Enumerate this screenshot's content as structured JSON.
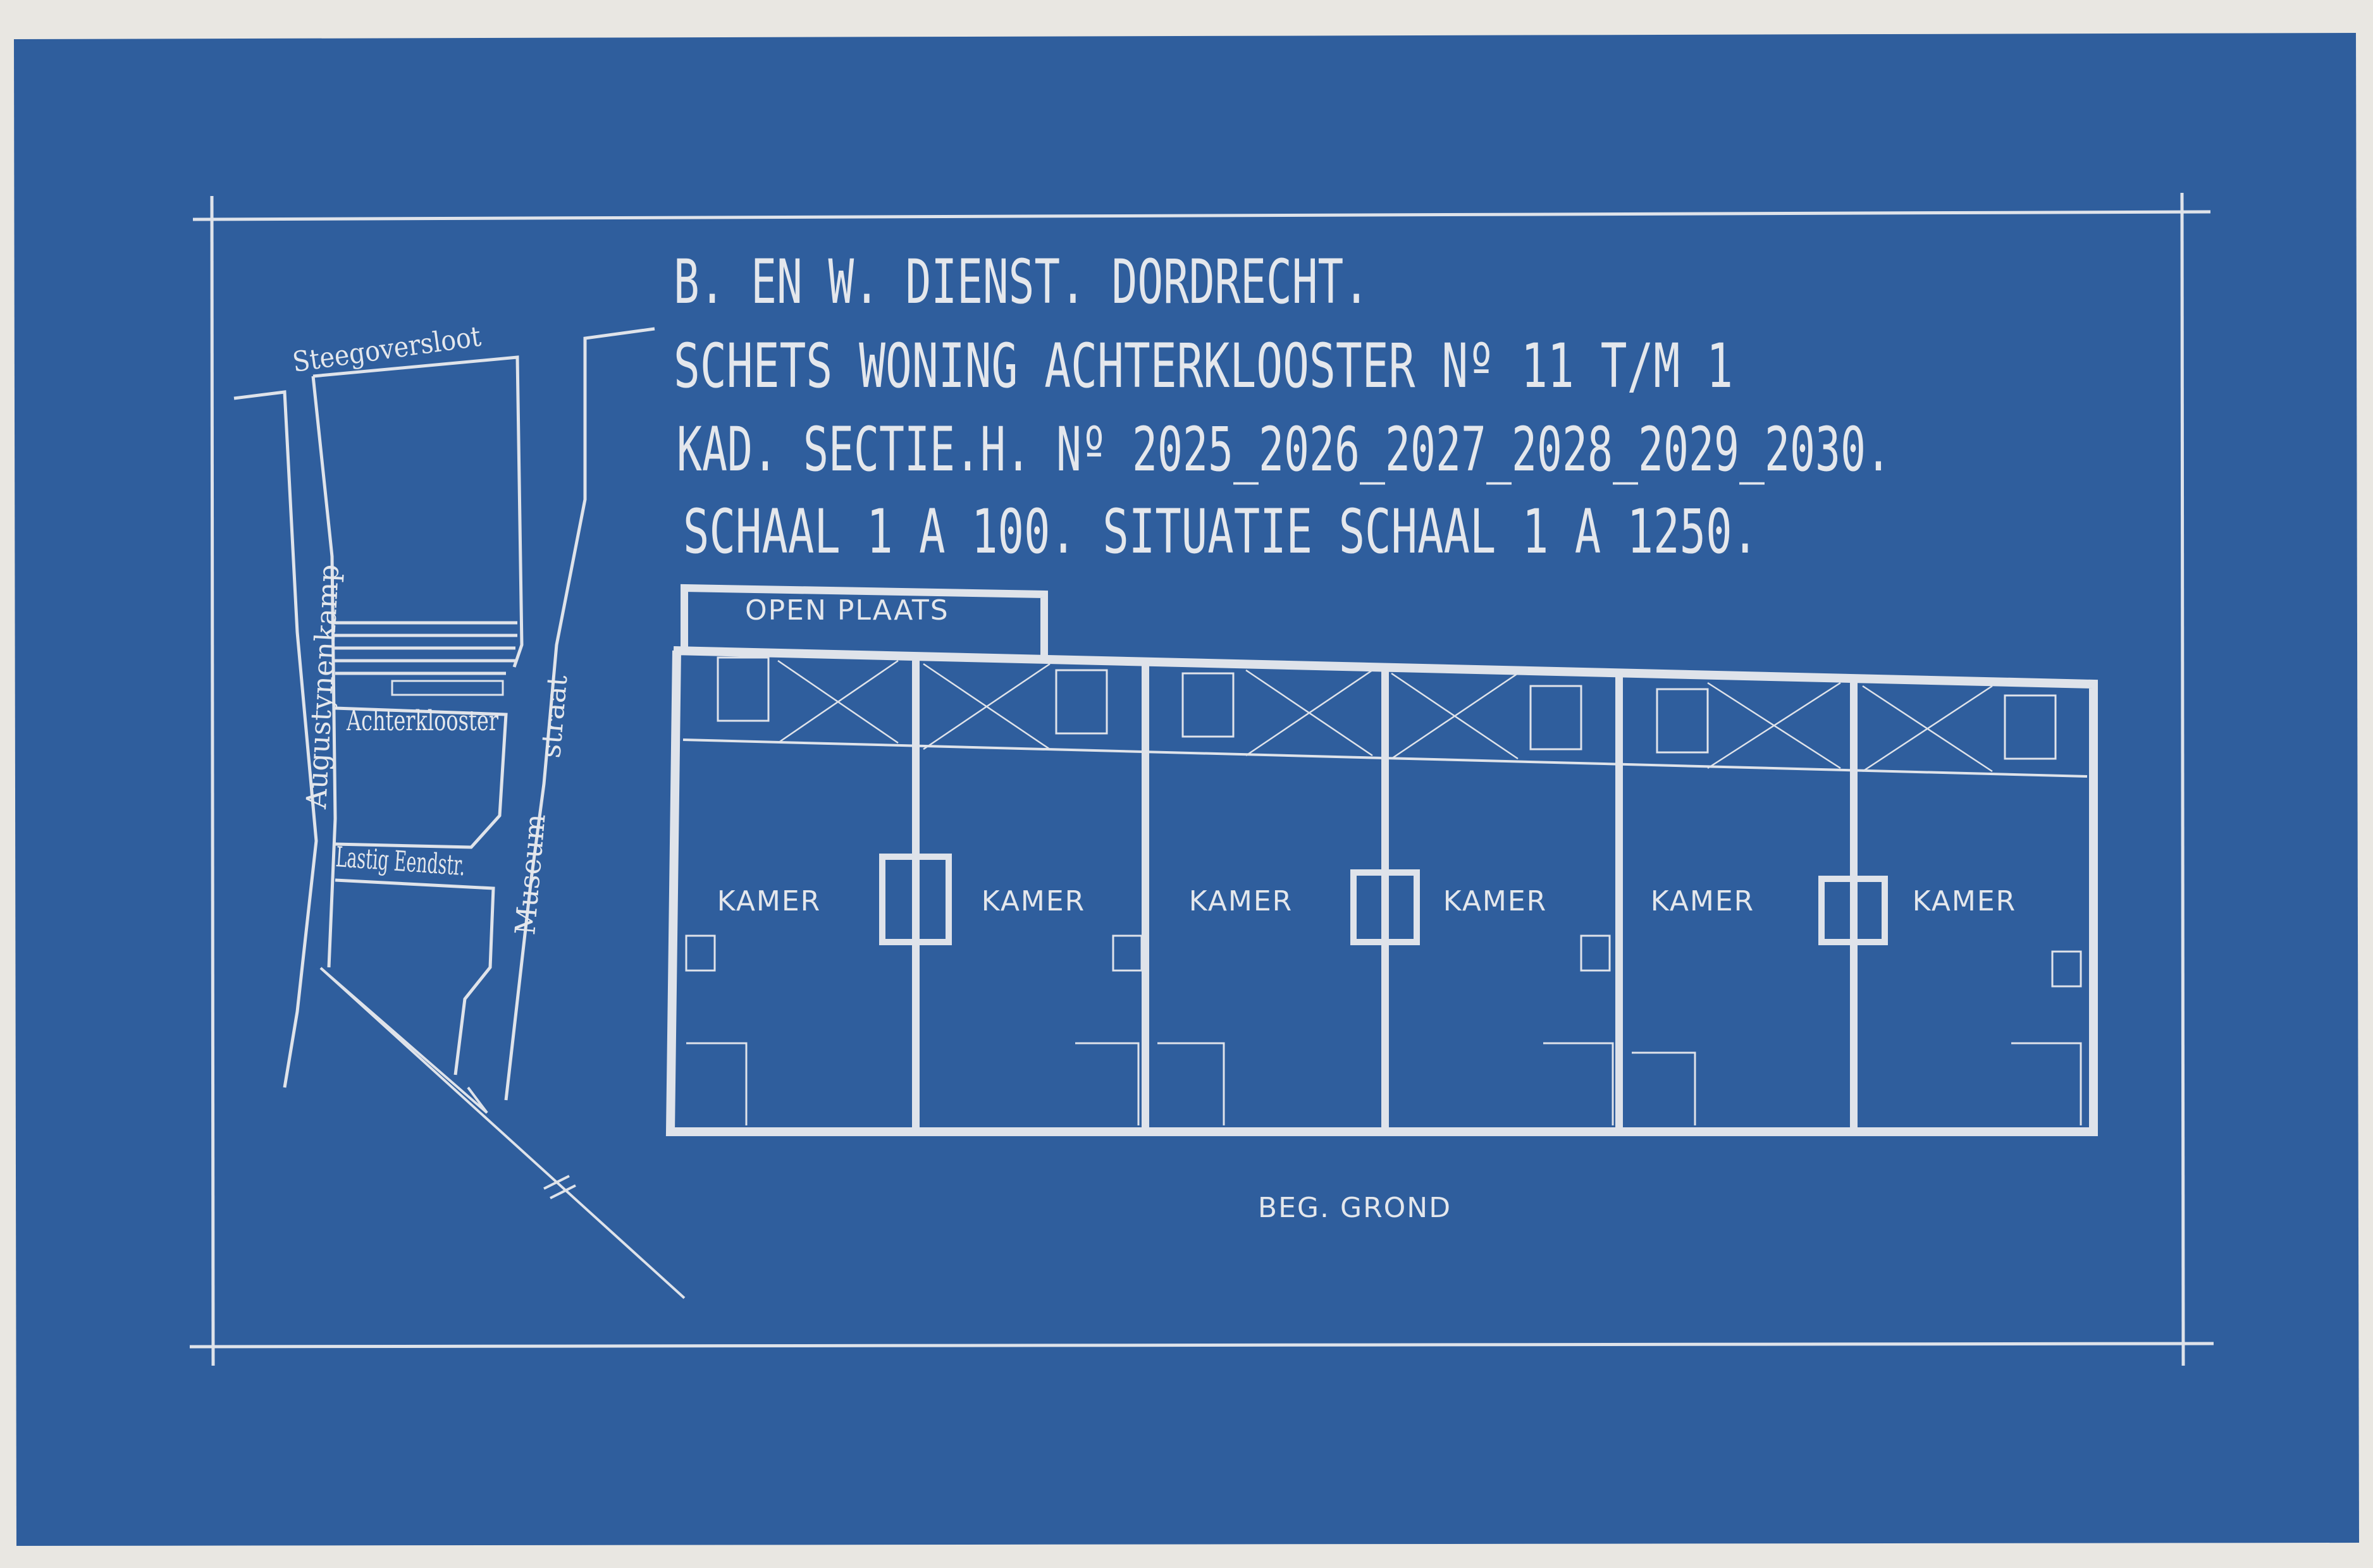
{
  "colors": {
    "paper": "#2f5e9d",
    "ink": "#dfe3ea",
    "margin": "#e9e7e2"
  },
  "title": {
    "line1": "B. EN W. DIENST.  DORDRECHT.",
    "line2": "SCHETS WONING ACHTERKLOOSTER Nº 11 T/M 1",
    "line3": "KAD. SECTIE.H. Nº 2025_2026_2027_2028_2029_2030.",
    "line4": "SCHAAL 1 A 100.  SITUATIE SCHAAL 1 A 1250."
  },
  "site_plan": {
    "streets": {
      "steegoversloot": "Steegoversloot",
      "augustynenkamp": "Augustynenkamp",
      "achterklooster": "Achterklooster",
      "lastig_eendstr": "Lastig Eendstr.",
      "museum": "Museum",
      "straat": "straat"
    }
  },
  "floor_plan": {
    "open_plaats": "OPEN PLAATS",
    "rooms": [
      "KAMER",
      "KAMER",
      "KAMER",
      "KAMER",
      "KAMER",
      "KAMER"
    ],
    "ground_label": "BEG. GROND"
  }
}
